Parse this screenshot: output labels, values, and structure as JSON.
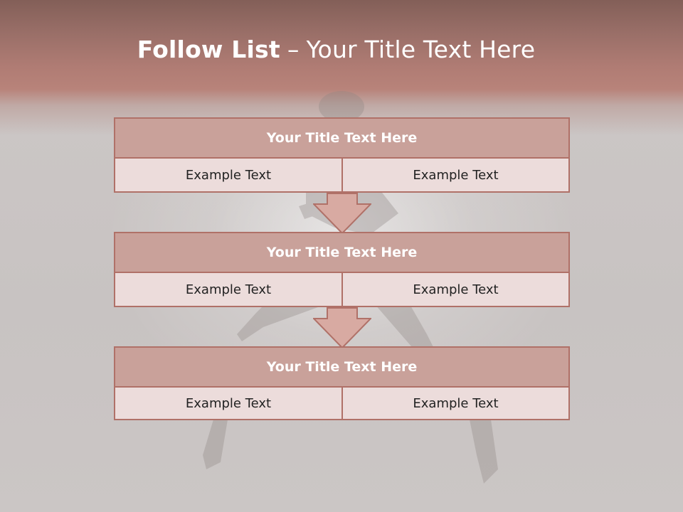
{
  "slide": {
    "title_bold": "Follow List",
    "title_dash": "–",
    "title_rest": "Your Title Text Here"
  },
  "blocks": [
    {
      "title": "Your Title Text Here",
      "left_text": "Example Text",
      "right_text": "Example Text"
    },
    {
      "title": "Your Title Text Here",
      "left_text": "Example Text",
      "right_text": "Example Text"
    },
    {
      "title": "Your Title Text Here",
      "left_text": "Example Text",
      "right_text": "Example Text"
    }
  ],
  "colors": {
    "header_band": "#b07c74",
    "block_title_fill": "#c9a19a",
    "cell_fill": "#ecdcdb",
    "border": "#b07168",
    "arrow_fill": "#d8aaa2"
  },
  "icons": [
    "down-arrow-icon",
    "down-arrow-icon"
  ]
}
